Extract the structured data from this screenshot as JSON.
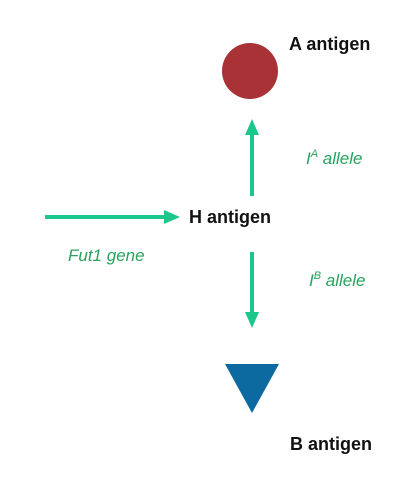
{
  "labels": {
    "a_antigen": "A antigen",
    "h_antigen": "H antigen",
    "b_antigen": "B antigen",
    "fut1_gene": "Fut1 gene",
    "ia_allele": {
      "base": "I",
      "sup": "A",
      "rest": " allele"
    },
    "ib_allele": {
      "base": "I",
      "sup": "B",
      "rest": " allele"
    }
  },
  "colors": {
    "arrow": "#1cc78c",
    "a_circle": "#a93236",
    "b_triangle": "#0c6aa0",
    "label_green": "#27a35e"
  }
}
